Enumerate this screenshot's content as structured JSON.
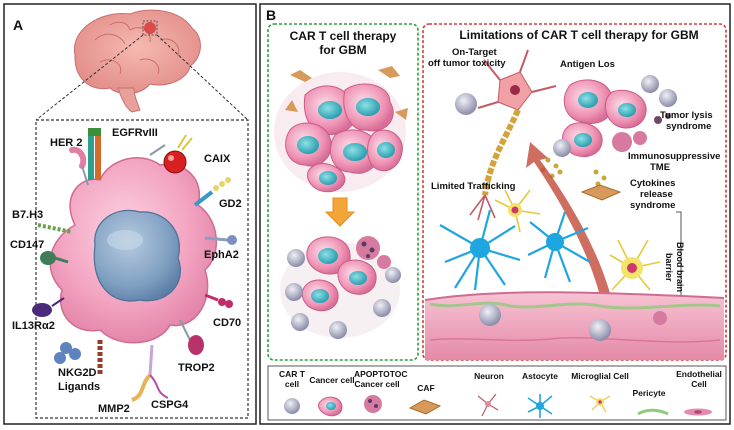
{
  "panel_a": {
    "letter": "A",
    "markers": {
      "her2": "HER 2",
      "egfrviii": "EGFRvIII",
      "caix": "CAIX",
      "b7h3": "B7.H3",
      "gd2": "GD2",
      "cd147": "CD147",
      "epha2": "EphA2",
      "il13ra2": "IL13Rα2",
      "cd70": "CD70",
      "nkg2d": "NKG2D",
      "nkg2d_2": "Ligands",
      "trop2": "TROP2",
      "mmp2": "MMP2",
      "cspg4": "CSPG4"
    }
  },
  "panel_b": {
    "letter": "B",
    "therapy_title_1": "CAR T cell therapy",
    "therapy_title_2": "for GBM",
    "limitations_title": "Limitations of CAR T cell therapy for GBM",
    "on_target_1": "On-Target",
    "on_target_2": "off tumor toxicity",
    "antigen_loss": "Antigen Los",
    "tumor_lysis_1": "Tumor lysis",
    "tumor_lysis_2": "syndrome",
    "immuno_1": "Immunosuppressive",
    "immuno_2": "TME",
    "limited_trafficking": "Limited Trafficking",
    "cytokines_1": "Cytokines",
    "cytokines_2": "release",
    "cytokines_3": "syndrome",
    "bbb_1": "Blood brain",
    "bbb_2": "barrier"
  },
  "legend": {
    "cart_1": "CAR T",
    "cart_2": "cell",
    "cancer": "Cancer cell",
    "apop_1": "APOPTOTOC",
    "apop_2": "Cancer cell",
    "caf": "CAF",
    "neuron": "Neuron",
    "astrocyte": "Astocyte",
    "microglial": "Microglial Cell",
    "pericyte": "Pericyte",
    "endo_1": "Endothelial",
    "endo_2": "Cell"
  },
  "colors": {
    "membrane_pink": "#f2a0bd",
    "nucleus_blue": "#7f9fc1",
    "green_dash": "#2e9e3e",
    "red_dash": "#d23a3a",
    "astrocyte_blue": "#1fa5e0"
  }
}
